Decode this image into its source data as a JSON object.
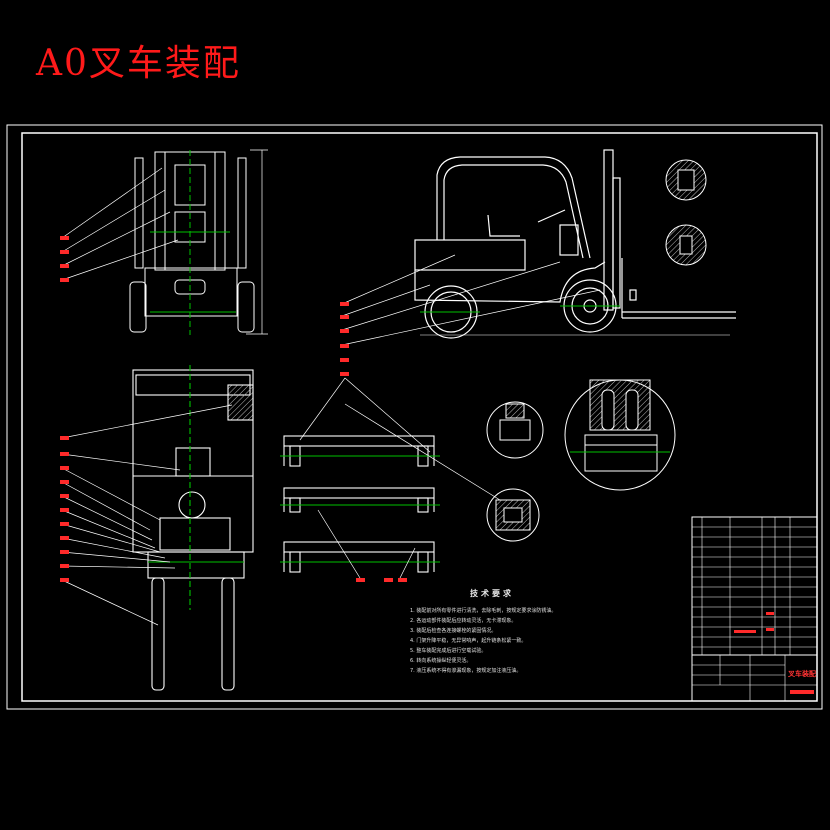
{
  "header": {
    "title": "A0叉车装配"
  },
  "notes": {
    "heading": "技术要求",
    "lines": [
      "1. 装配前对所有零件进行清洗，去除毛刺，按规定要求涂防锈油。",
      "2. 各运动部件装配后应转动灵活，无卡滞现象。",
      "3. 装配后检查各连接螺栓的紧固情况。",
      "4. 门架升降平稳，无异常响声，起升链条松紧一致。",
      "5. 整车装配完成后进行空载试验。",
      "6. 转向系统操纵轻便灵活。",
      "7. 液压系统不得有渗漏现象，按规定加注液压油。"
    ]
  },
  "title_block": {
    "name": "叉车装配"
  },
  "colors": {
    "background": "#000000",
    "line": "#ffffff",
    "title": "#ff1a1a",
    "centerline": "#00c000",
    "hatch": "#bbbbbb",
    "label_box": "#ff2a2a"
  }
}
